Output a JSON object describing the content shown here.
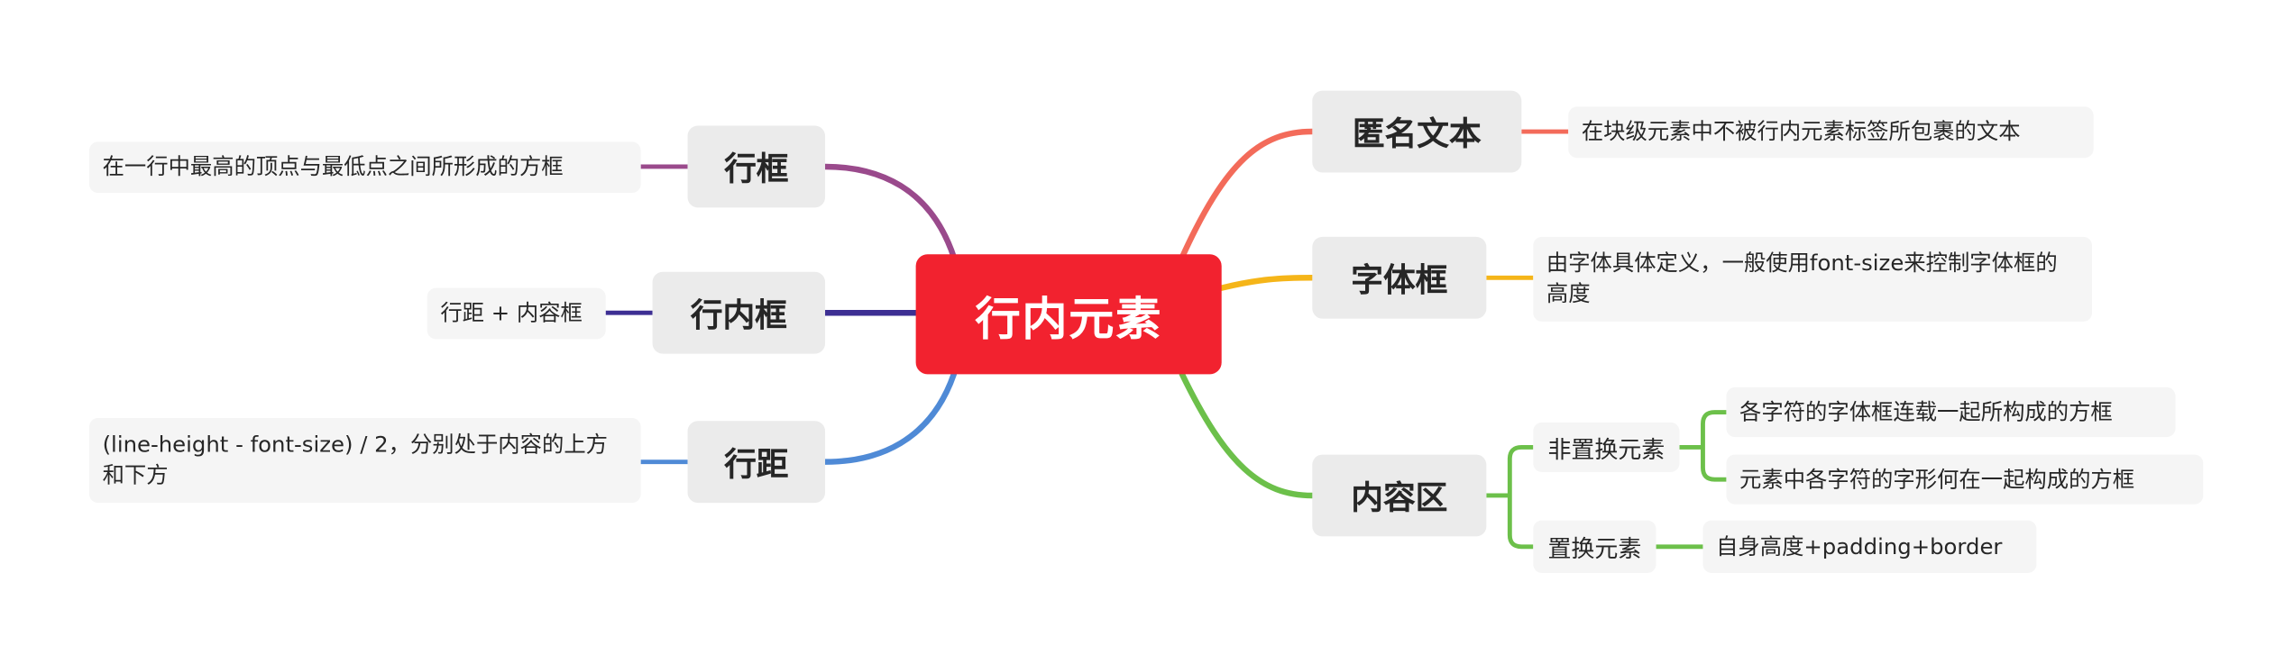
{
  "root": {
    "label": "行内元素"
  },
  "branches": {
    "anonymous_text": {
      "label": "匿名文本",
      "detail": "在块级元素中不被行内元素标签所包裹的文本",
      "color": "#f36b5a"
    },
    "font_box": {
      "label": "字体框",
      "detail": "由字体具体定义，一般使用font-size来控制字体框的高度",
      "color": "#f5b519"
    },
    "content_area": {
      "label": "内容区",
      "color": "#6cc04a",
      "non_replaced": {
        "label": "非置换元素",
        "details": [
          "各字符的字体框连载一起所构成的方框",
          "元素中各字符的字形何在一起构成的方框"
        ]
      },
      "replaced": {
        "label": "置换元素",
        "detail": "自身高度+padding+border"
      }
    },
    "line_box": {
      "label": "行框",
      "detail": "在一行中最高的顶点与最低点之间所形成的方框",
      "color": "#9a4a8c"
    },
    "inline_box": {
      "label": "行内框",
      "detail": "行距 + 内容框",
      "color": "#3d2f93"
    },
    "leading": {
      "label": "行距",
      "detail": "(line-height - font-size) / 2，分别处于内容的上方和下方",
      "color": "#4f8ad6"
    }
  }
}
